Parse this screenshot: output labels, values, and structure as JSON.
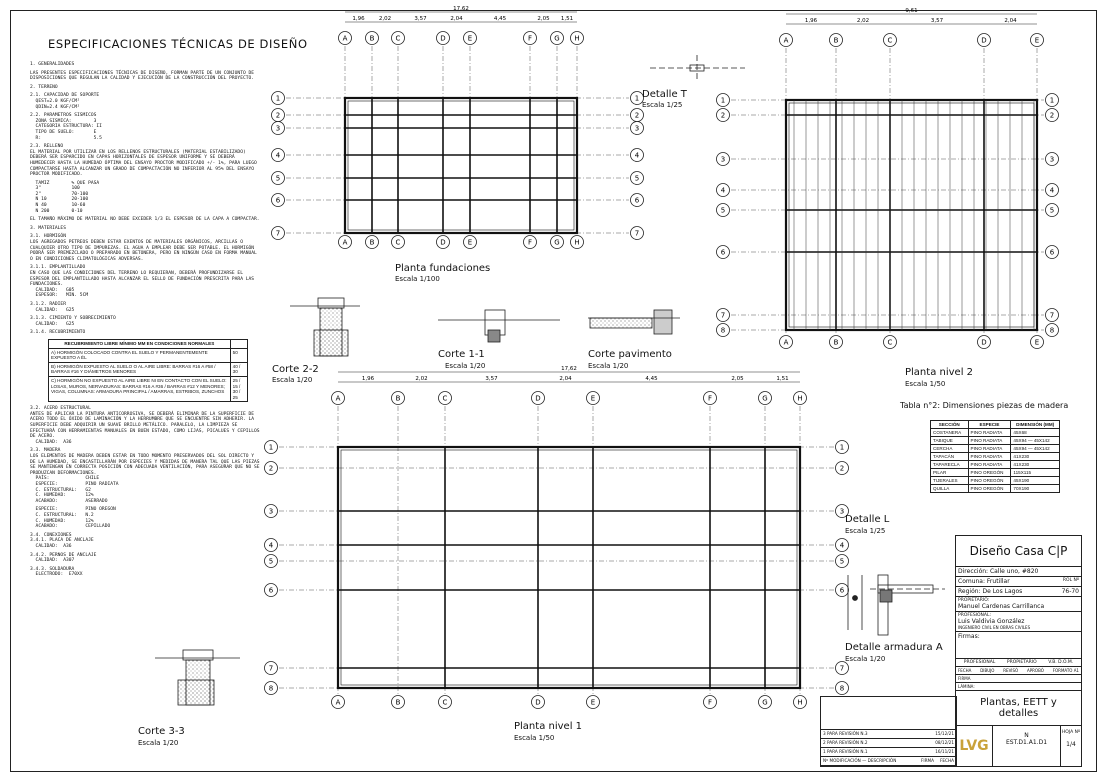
{
  "specs": {
    "title": "ESPECIFICACIONES TÉCNICAS DE DISEÑO",
    "paragraphs": [
      "1. GENERALIDADES",
      "LAS PRESENTES ESPECIFICACIONES TÉCNICAS DE DISEÑO, FORMAN PARTE DE UN CONJUNTO DE DISPOSICIONES QUE REGULAN LA CALIDAD Y EJECUCIÓN DE LA CONSTRUCCIÓN DEL PROYECTO.",
      "2. TERRENO",
      "2.1. CAPACIDAD DE SOPORTE\n  QEST=2.0 KGF/CM²\n  QDIN=2.4 KGF/CM²",
      "2.2. PARAMETROS SISMICOS\n  ZONA SISMICA:        3\n  CATEGORIA ESTRUCTURA: II\n  TIPO DE SUELO:       E\n  R:                   5.5",
      "2.3. RELLENO\nEL MATERIAL POR UTILIZAR EN LOS RELLENOS ESTRUCTURALES (MATERIAL ESTABILIZADO) DEBERÁ SER ESPARCIDO EN CAPAS HORIZONTALES DE ESPESOR UNIFORME Y SE DEBERÁ HUMEDECER HASTA LA HUMEDAD ÓPTIMA DEL ENSAYO PROCTOR MODIFICADO +/- 1%, PARA LUEGO COMPACTARSE HASTA ALCANZAR UN GRADO DE COMPACTACIÓN NO INFERIOR AL 95% DEL ENSAYO PROCTOR MODIFICADO.",
      "  TAMIZ        % QUE PASA\n  3\"           100\n  2\"           70-100\n  N 10         20-100\n  N 40         10-60\n  N 200        0-10",
      "EL TAMAÑO MÁXIMO DE MATERIAL NO DEBE EXCEDER 1/3 EL ESPESOR DE LA CAPA A COMPACTAR.",
      "3. MATERIALES",
      "3.1. HORMIGÓN\nLOS AGREGADOS PETREOS DEBEN ESTAR EXENTOS DE MATERIALES ORGÁNICOS, ARCILLAS O CUALQUIER OTRO TIPO DE IMPUREZAS. EL AGUA A EMPLEAR DEBE SER POTABLE. EL HORMIGÓN PODRÁ SER PREMEZCLADO O PREPARADO EN BETONERA, PERO EN NINGÚN CASO EN FORMA MANUAL O EN CONDICIONES CLIMATOLÓGICAS ADVERSAS.",
      "3.1.1. EMPLANTILLADO\nEN CASO QUE LAS CONDICIONES DEL TERRENO LO REQUIERAN, DEBERÁ PROFUNDIZARSE EL ESPESOR DEL EMPLANTILLADO HASTA ALCANZAR EL SELLO DE FUNDACIÓN PRESCRITA PARA LAS FUNDACIONES.\n  CALIDAD:   G05\n  ESPESOR:   MIN. 5CM",
      "3.1.2. RADIER\n  CALIDAD:   G25",
      "3.1.3. CIMIENTO Y SOBRECIMIENTO\n  CALIDAD:   G25",
      "3.1.4. RECUBRIMIENTO"
    ],
    "cover_table": {
      "header": [
        "RECUBRIMIENTO LIBRE MÍNIMO MM EN CONDICIONES NORMALES",
        ""
      ],
      "rows": [
        [
          "A) HORMIGÓN COLOCADO CONTRA EL SUELO Y PERMANENTEMENTE EXPUESTO A ÉL",
          "50"
        ],
        [
          "B) HORMIGÓN EXPUESTO AL SUELO O AL AIRE LIBRE: BARRAS #16 A #58 / BARRAS #16 Y DIÁMETROS MENORES",
          "40 / 30"
        ],
        [
          "C) HORMIGÓN NO EXPUESTO AL AIRE LIBRE NI EN CONTACTO CON EL SUELO: LOSAS, MUROS, NERVADURAS: BARRAS #16 A #36 / BARRAS #12 Y MENORES; VIGAS, COLUMNAS: ARMADURA PRINCIPAL / AMARRAS, ESTRIBOS, ZUNCHOS",
          "25 / 15 / 30 / 25"
        ]
      ]
    },
    "paragraphs2": [
      "3.2. ACERO ESTRUCTURAL\nANTES DE APLICAR LA PINTURA ANTICORROSIVA, SE DEBERÁ ELIMINAR DE LA SUPERFICIE DE ACERO TODO EL ÓXIDO DE LAMINACIÓN Y LA HERRUMBRE QUE SE ENCUENTRE SIN ADHERIR. LA SUPERFICIE DEBE ADQUIRIR UN SUAVE BRILLO METÁLICO. PARALELO, LA LIMPIEZA SE EFECTUARÁ CON HERRAMIENTAS MANUALES EN BUEN ESTADO, COMO LIJAS, PICALUES Y CEPILLOS DE ACERO.\n  CALIDAD:  A36",
      "3.3. MADERA\nLOS ELEMENTOS DE MADERA DEBEN ESTAR EN TODO MOMENTO PRESERVADOS DEL SOL DIRECTO Y DE LA HUMEDAD, SE ENCASTILLARÁN POR ESPECIES Y MEDIDAS DE MANERA TAL QUE LAS PIEZAS SE MANTENGAN EN CORRECTA POSICIÓN CON ADECUADA VENTILACIÓN, PARA ASEGURAR QUE NO SE PRODUZCAN DEFORMACIONES.\n  PAÍS:             CHILE\n  ESPECIE:          PINO RADIATA\n  C. ESTRUCTURAL:   G2\n  C. HUMEDAD:       12%\n  ACABADO:          ASERRADO",
      "  ESPECIE:          PINO OREGON\n  C. ESTRUCTURAL:   N.2\n  C. HUMEDAD:       12%\n  ACABADO:          CEPILLADO",
      "3.4. CONEXIONES\n3.4.1. PLACA DE ANCLAJE\n  CALIDAD:  A36",
      "3.4.2. PERNOS DE ANCLAJE\n  CALIDAD:  A307",
      "3.4.3. SOLDADURA\n  ELECTRODO:  E70XX"
    ]
  },
  "drawings": {
    "fund": {
      "title": "Planta fundaciones",
      "scale": "Escala 1/100",
      "dims": [
        "1,96",
        "2,02",
        "3,57",
        "2,04",
        "4,45",
        "2,05",
        "1,51"
      ],
      "total": "17,62"
    },
    "n2": {
      "title": "Planta nivel 2",
      "scale": "Escala 1/50",
      "dims": [
        "1,96",
        "2,02",
        "3,57",
        "2,04"
      ],
      "total": "9,61"
    },
    "n1": {
      "title": "Planta nivel 1",
      "scale": "Escala 1/50",
      "dims": [
        "1,96",
        "2,02",
        "3,57",
        "2,04",
        "4,45",
        "2,05",
        "1,51"
      ],
      "total": "17,62"
    },
    "axes_x": [
      "A",
      "B",
      "C",
      "D",
      "E",
      "F",
      "G",
      "H"
    ],
    "axes_y": [
      "1",
      "2",
      "3",
      "4",
      "5",
      "6",
      "7",
      "8"
    ],
    "detalleT": {
      "title": "Detalle T",
      "scale": "Escala 1/25"
    },
    "detalleL": {
      "title": "Detalle L",
      "scale": "Escala 1/25"
    },
    "detalleA": {
      "title": "Detalle armadura A",
      "scale": "Escala 1/20"
    },
    "corte22": {
      "title": "Corte 2-2",
      "scale": "Escala 1/20"
    },
    "corte11": {
      "title": "Corte 1-1",
      "scale": "Escala 1/20"
    },
    "cortePav": {
      "title": "Corte pavimento",
      "scale": "Escala 1/20"
    },
    "corte33": {
      "title": "Corte 3-3",
      "scale": "Escala 1/20"
    }
  },
  "wood_table": {
    "title": "Tabla n°2: Dimensiones piezas de madera",
    "headers": [
      "SECCIÓN",
      "ESPECIE",
      "DIMENSIÓN (MM)"
    ],
    "rows": [
      [
        "COSTANERA",
        "PINO RADIATA",
        "45X68"
      ],
      [
        "TABIQUE",
        "PINO RADIATA",
        "45X94 — 45X142"
      ],
      [
        "CERCHA",
        "PINO RADIATA",
        "45X94 — 45X142"
      ],
      [
        "TAPACÁN",
        "PINO RADIATA",
        "41X230"
      ],
      [
        "TAPARECLA",
        "PINO RADIATA",
        "41X230"
      ],
      [
        "PILAR",
        "PINO OREGÓN",
        "115X115"
      ],
      [
        "TIJERALES",
        "PINO OREGÓN",
        "45X190"
      ],
      [
        "QUILLA",
        "PINO OREGÓN",
        "70X190"
      ]
    ]
  },
  "title_block": {
    "project": "Diseño Casa C|P",
    "address": "Dirección: Calle uno, #820",
    "comuna": "Comuna: Frutillar",
    "rol_label": "ROL Nº",
    "region": "Región: De Los Lagos",
    "rol": "76-70",
    "owner_label": "PROPIETARIO:",
    "owner": "Manuel Cardenas Carrillanca",
    "prof_label": "PROFESIONAL:",
    "prof": "Luis Valdivia González",
    "prof_title": "INGENIERO CIVIL EN OBRAS CIVILES",
    "firmas": "Firmas:",
    "sign_cols": [
      "PROFESIONAL",
      "PROPIETARIO",
      "V.B. D.O.M."
    ],
    "small_cols": [
      "FECHA",
      "DIBUJO",
      "REVISÓ",
      "APROBÓ"
    ],
    "firma": "FIRMA",
    "lamina": "LÁMINA:",
    "formato": "FORMATO A1",
    "sheet_title": "Plantas, EETT y detalles",
    "n_label": "N",
    "code": "EST.D1.A1.D1",
    "hoja": "HOJA Nº",
    "hoja_num": "1/4",
    "logo": "LVG"
  },
  "revisions": [
    {
      "n": "3",
      "text": "PARA REVISIÓN N.3",
      "date": "15/12/21"
    },
    {
      "n": "2",
      "text": "PARA REVISIÓN N.2",
      "date": "08/12/21"
    },
    {
      "n": "1",
      "text": "PARA REVISIÓN N.1",
      "date": "16/11/21"
    },
    {
      "n": "Nº",
      "text": "MODIFICACIÓN — DESCRIPCIÓN",
      "date": "FECHA",
      "firma": "FIRMA"
    }
  ]
}
